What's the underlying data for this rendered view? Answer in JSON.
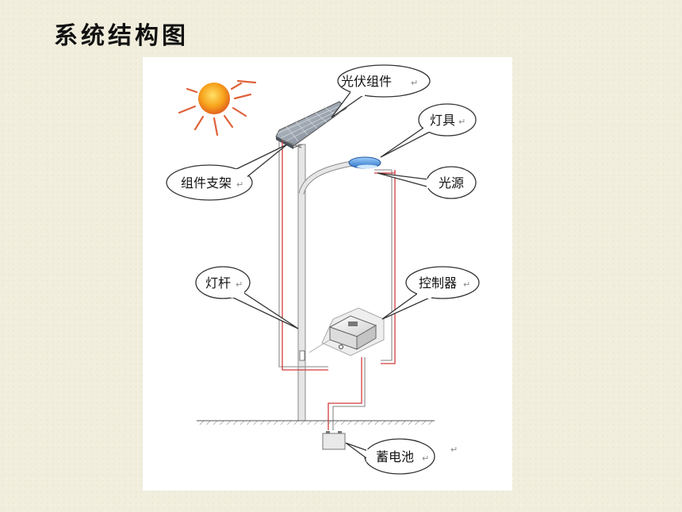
{
  "slide": {
    "title": "系统结构图"
  },
  "diagram": {
    "labels": {
      "solar_panel": "光伏组件",
      "lamp": "灯具",
      "light_source": "光源",
      "panel_bracket": "组件支架",
      "pole": "灯杆",
      "controller": "控制器",
      "battery": "蓄电池"
    },
    "colors": {
      "sun": "#f5a623",
      "sun_rays": "#e06030",
      "panel": "#8c97a4",
      "lamp": "#3d8ed8",
      "wire_red": "#d23c3c",
      "wire_gray": "#9a9a9a",
      "pole": "#d9d9d9"
    }
  }
}
